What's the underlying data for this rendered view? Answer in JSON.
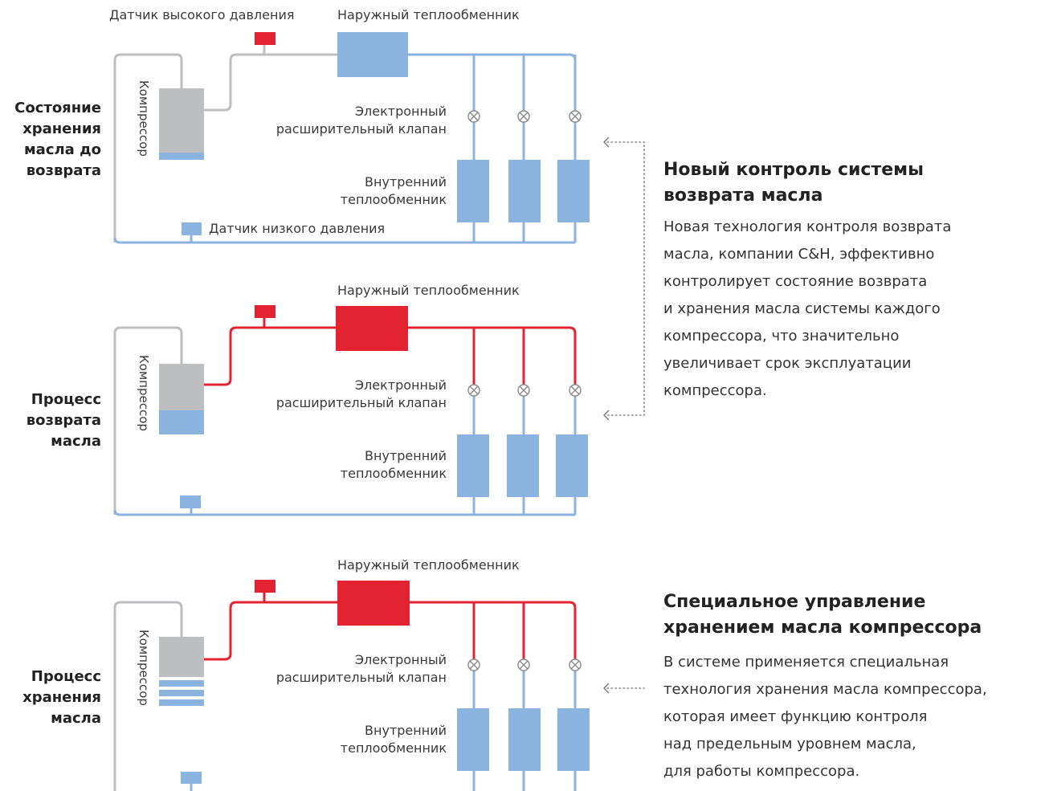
{
  "colors": {
    "pipe_grey": "#bcbec0",
    "pipe_blue": "#8ab3e0",
    "pipe_red": "#e42332",
    "block_blue": "#8ab3e0",
    "block_grey": "#bcbec0",
    "block_red": "#e42332",
    "text_dark": "#222222"
  },
  "labels": {
    "high_pressure_sensor": "Датчик высокого давления",
    "outdoor_hex": "Наружный теплообменник",
    "compressor": "Компрессор",
    "valve_line1": "Электронный",
    "valve_line2": "расширительный клапан",
    "indoor_line1": "Внутренний",
    "indoor_line2": "теплообменник",
    "low_pressure_sensor": "Датчик низкого давления"
  },
  "states": {
    "s1": [
      "Состояние",
      "хранения",
      "масла до",
      "возврата"
    ],
    "s2": [
      "Процесс",
      "возврата",
      "масла"
    ],
    "s3": [
      "Процесс",
      "хранения",
      "масла"
    ]
  },
  "panels": {
    "new_control": {
      "title": [
        "Новый контроль системы",
        "возврата масла"
      ],
      "body": [
        "Новая технология контроля возврата",
        "масла, компании C&H, эффективно",
        "контролирует состояние возврата",
        "и хранения масла системы каждого",
        "компрессора, что значительно",
        "увеличивает срок эксплуатации",
        "компрессора."
      ]
    },
    "special_control": {
      "title": [
        "Специальное управление",
        "хранением масла компрессора"
      ],
      "body": [
        "В системе применяется специальная",
        "технология хранения масла компрессора,",
        "которая имеет функцию контроля",
        "над предельным уровнем масла,",
        "для работы компрессора."
      ]
    }
  },
  "icons": {
    "valve": "valve-cross-circle-icon",
    "arrow": "dotted-arrow-left-icon"
  }
}
